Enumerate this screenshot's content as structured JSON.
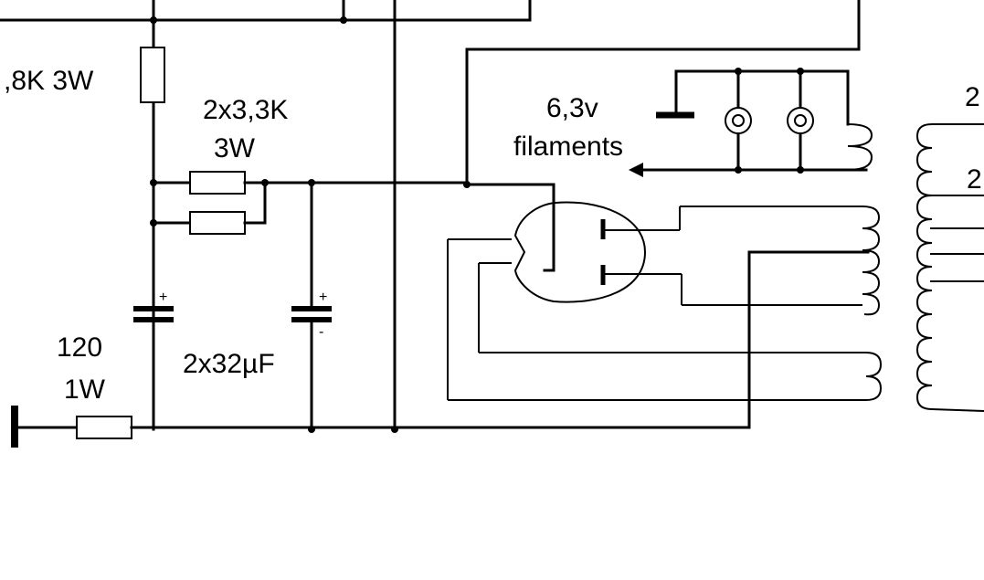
{
  "labels": {
    "r_top": ",8K 3W",
    "r_mid_line1": "2x3,3K",
    "r_mid_line2": "3W",
    "filaments_line1": "6,3v",
    "filaments_line2": "filaments",
    "cap_value": "2x32µF",
    "r_bottom_line1": "120",
    "r_bottom_line2": "1W",
    "right_top": "2",
    "right_mid": "2"
  }
}
